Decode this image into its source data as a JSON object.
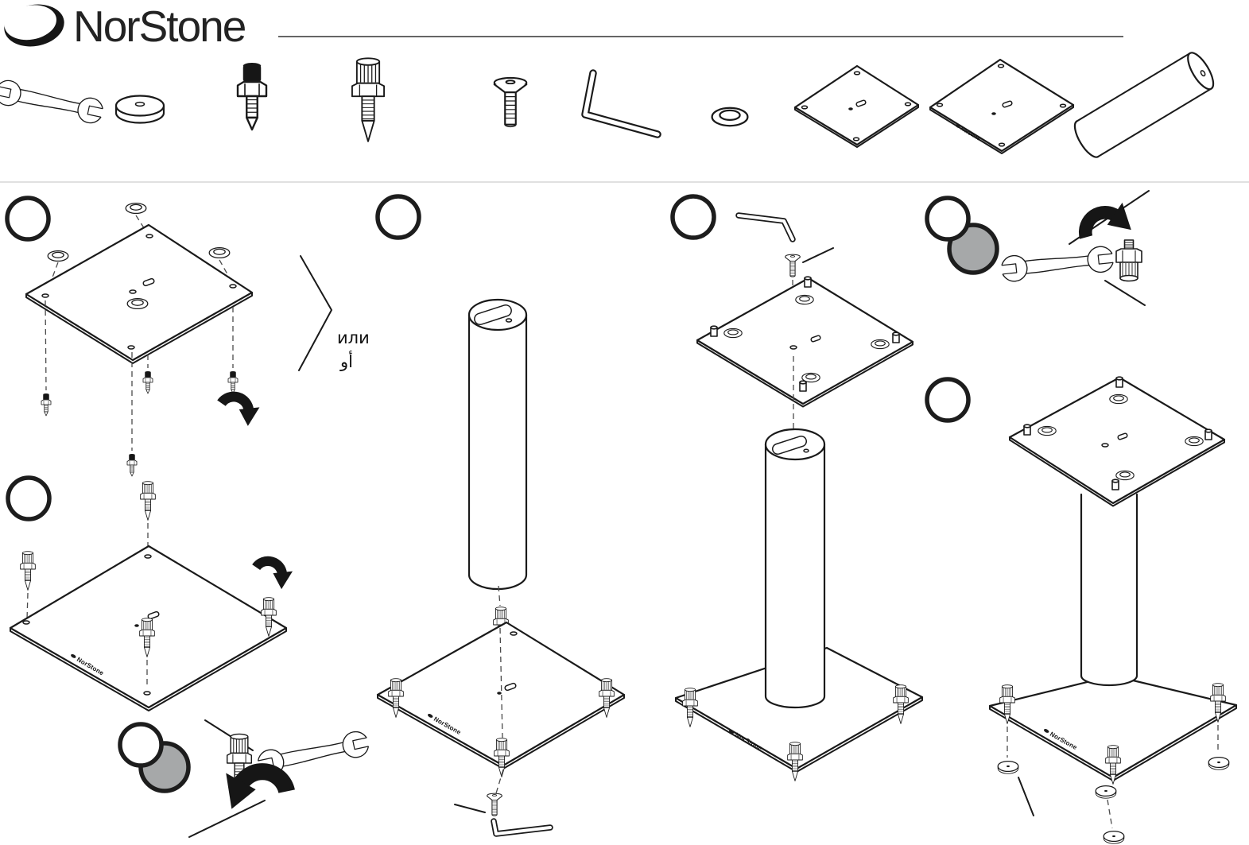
{
  "page": {
    "background": "#ffffff",
    "ink": "#1a1a1a",
    "badge_gray": "#a6a8a9",
    "divider": "#d6d6d6"
  },
  "header": {
    "brand": "NorStone",
    "logo_icon": "norstone-ellipse-logo"
  },
  "labels": {
    "or_russian": "или",
    "or_arabic": "أو",
    "plate_imprint": "NorStone"
  },
  "parts_row": {
    "icons": [
      "wrench-icon",
      "rubber-disc-icon",
      "spike-bolt-icon",
      "floor-spike-icon",
      "countersunk-screw-icon",
      "hex-key-icon",
      "dome-washer-icon",
      "top-plate-icon",
      "base-plate-icon",
      "column-tube-icon"
    ]
  },
  "steps": [
    {
      "name": "attach-bolts-and-washers-to-top-plate",
      "badge": "outline-circle"
    },
    {
      "name": "screw-floor-spikes-into-base-plate",
      "badge": "outline-circle"
    },
    {
      "name": "mount-column-on-base-plate",
      "badge": "outline-circle"
    },
    {
      "name": "fix-top-plate-on-column-with-screw",
      "badge": "outline-circle"
    },
    {
      "name": "tighten-nut-with-wrench",
      "badge": "outline-circle-plus-gray-circle"
    },
    {
      "name": "place-floor-discs-under-spikes",
      "badge": "outline-circle"
    }
  ]
}
